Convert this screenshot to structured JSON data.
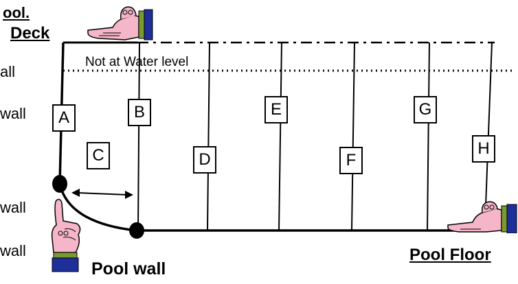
{
  "left_edge_labels": [
    "ool.",
    "all",
    "wall",
    "wall",
    "wall"
  ],
  "deck_label": "Deck",
  "water_level_label": "Not at Water level",
  "boxes": [
    {
      "label": "A"
    },
    {
      "label": "B"
    },
    {
      "label": "C"
    },
    {
      "label": "D"
    },
    {
      "label": "E"
    },
    {
      "label": "F"
    },
    {
      "label": "G"
    },
    {
      "label": "H"
    }
  ],
  "pool_wall_label": "Pool wall",
  "pool_floor_label": "Pool Floor",
  "icons": {
    "top_hand": "pointing-hand-icon",
    "left_hand": "pointing-hand-icon",
    "right_hand": "pointing-hand-icon",
    "arrow": "double-arrow-icon"
  },
  "colors": {
    "hand_skin": "#f4b6c8",
    "cuff": "#1f2f9a",
    "cuff_band": "#7a9a30"
  }
}
